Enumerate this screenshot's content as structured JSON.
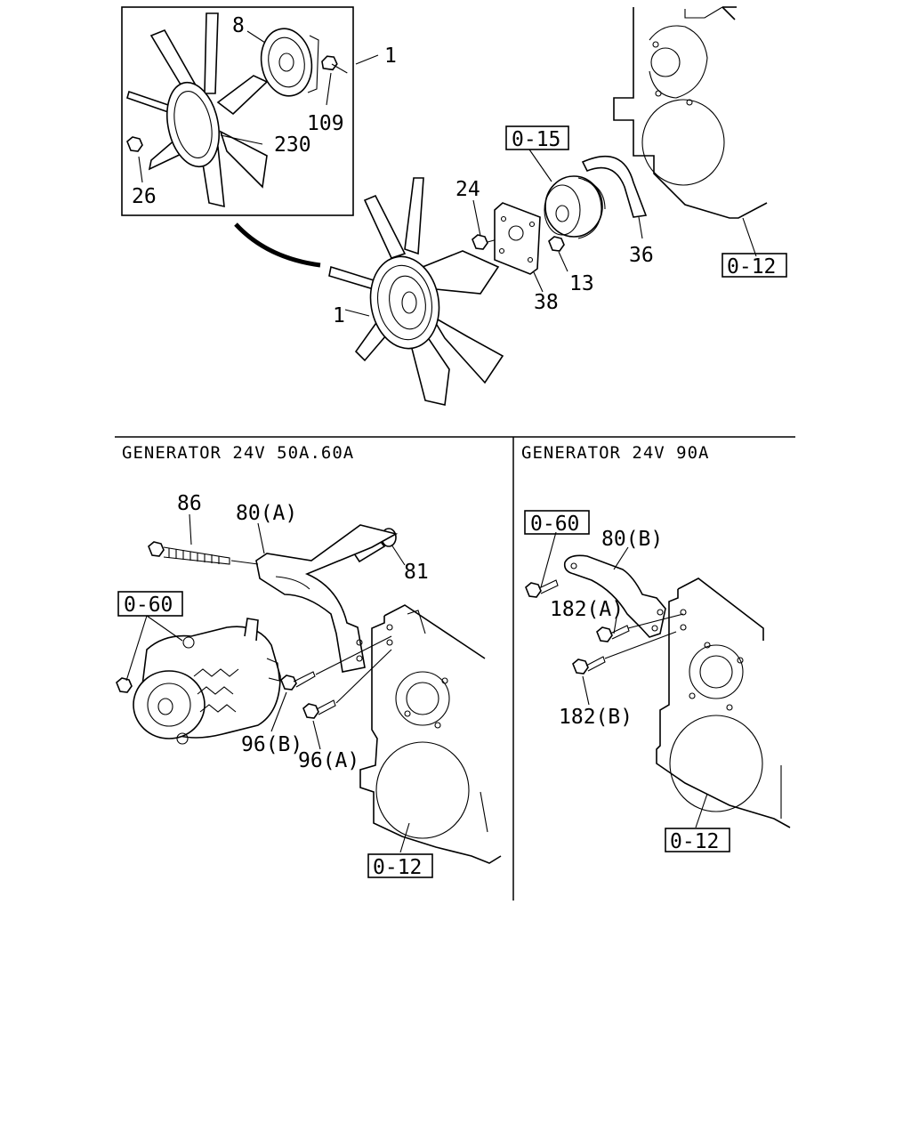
{
  "top": {
    "inset_callouts": [
      "8",
      "1",
      "109",
      "230",
      "26"
    ],
    "main_callouts": {
      "fan": "1",
      "bolt": "24",
      "spacer": "38",
      "nut": "13",
      "pulley_ref": "0-15",
      "cover": "36",
      "case_ref": "0-12"
    }
  },
  "left": {
    "header": "GENERATOR 24V 50A.60A",
    "callouts": {
      "long_bolt": "86",
      "bracket": "80(A)",
      "stud": "81",
      "gen_ref": "0-60",
      "bolt_b": "96(B)",
      "bolt_a": "96(A)",
      "case_ref": "0-12"
    }
  },
  "right": {
    "header": "GENERATOR 24V 90A",
    "callouts": {
      "gen_ref": "0-60",
      "bracket": "80(B)",
      "bolt_a": "182(A)",
      "bolt_b": "182(B)",
      "case_ref": "0-12"
    }
  }
}
